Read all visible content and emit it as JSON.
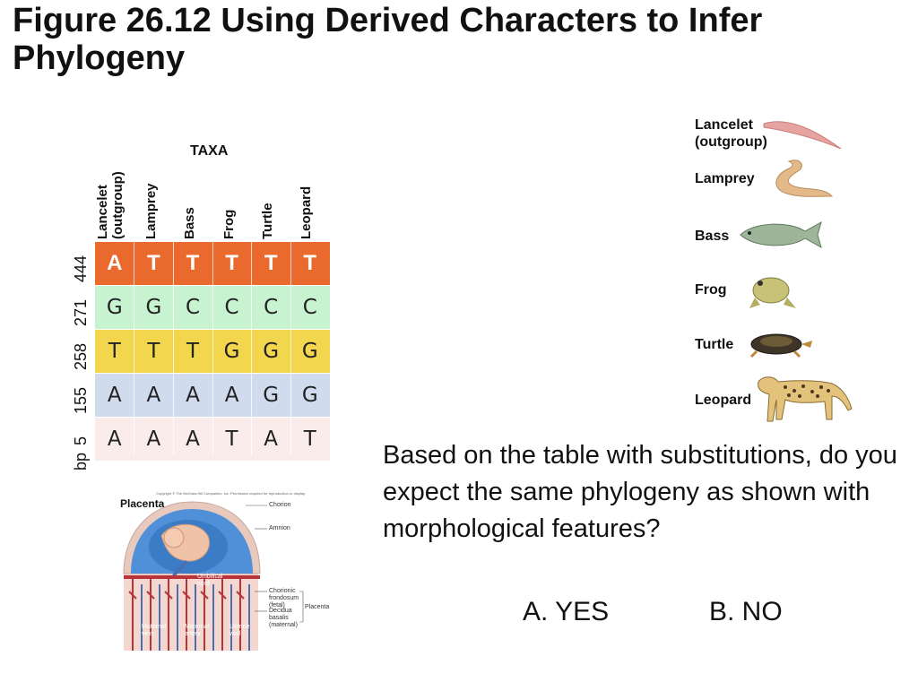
{
  "title": "Figure 26.12 Using Derived Characters to Infer Phylogeny",
  "table": {
    "header": "TAXA",
    "columns": [
      "Lancelet\n(outgroup)",
      "Lamprey",
      "Bass",
      "Frog",
      "Turtle",
      "Leopard"
    ],
    "rows": [
      {
        "label": "444",
        "cells": [
          "A",
          "T",
          "T",
          "T",
          "T",
          "T"
        ]
      },
      {
        "label": "271",
        "cells": [
          "G",
          "G",
          "C",
          "C",
          "C",
          "C"
        ]
      },
      {
        "label": "258",
        "cells": [
          "T",
          "T",
          "T",
          "G",
          "G",
          "G"
        ]
      },
      {
        "label": "155",
        "cells": [
          "A",
          "A",
          "A",
          "A",
          "G",
          "G"
        ]
      },
      {
        "label": "5",
        "cells": [
          "A",
          "A",
          "A",
          "T",
          "A",
          "T"
        ]
      }
    ],
    "row_prefix": "bp",
    "row_colors": [
      "#e96a2c",
      "#c8f3d1",
      "#f1d64e",
      "#d0dbee",
      "#f9ecea"
    ]
  },
  "animals": [
    "Lancelet\n(outgroup)",
    "Lamprey",
    "Bass",
    "Frog",
    "Turtle",
    "Leopard"
  ],
  "placenta": {
    "title": "Placenta",
    "copyright": "Copyright © The McGraw-Hill Companies, Inc. Permission required for reproduction or display.",
    "labels": {
      "chorion": "Chorion",
      "amnion": "Amnion",
      "umbilical": "Umbilical cord",
      "chorionic": "Chorionic frondosum (fetal)",
      "decidua": "Decidua basalis (maternal)",
      "placenta_bracket": "Placenta",
      "maternal_vein": "Maternal vein",
      "maternal_artery": "Maternal artery",
      "uterine_wall": "Uterine wall"
    }
  },
  "question": {
    "text": "Based on the table with substitutions, do you expect the same phylogeny as shown with morphological features?",
    "choice_a": "A. YES",
    "choice_b": "B. NO"
  }
}
